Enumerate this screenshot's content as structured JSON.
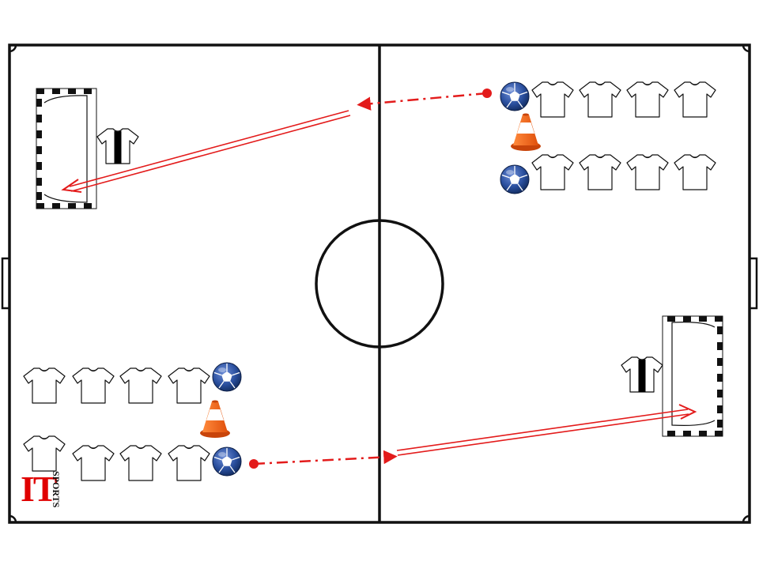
{
  "diagram": {
    "pitch_line_color": "#111111",
    "pitch_fill": "#ffffff",
    "arrow_color": "#e31b1b",
    "cone_color": "#ff6a1a",
    "ball_color": "#2a4f9e",
    "goalkeeper_shirt_stripe": "#000000",
    "icons": [
      "football-pitch",
      "goal",
      "goalkeeper-shirt-icon",
      "player-shirt-icon",
      "ball-icon",
      "cone-icon",
      "pass-arrow",
      "shot-arrow"
    ],
    "players_per_row": 4,
    "rows_per_group": 2,
    "groups": 2,
    "goalkeepers": 2,
    "cones": 2,
    "balls": 4
  },
  "logo": {
    "main": "IT",
    "sub": "SPORTS"
  }
}
